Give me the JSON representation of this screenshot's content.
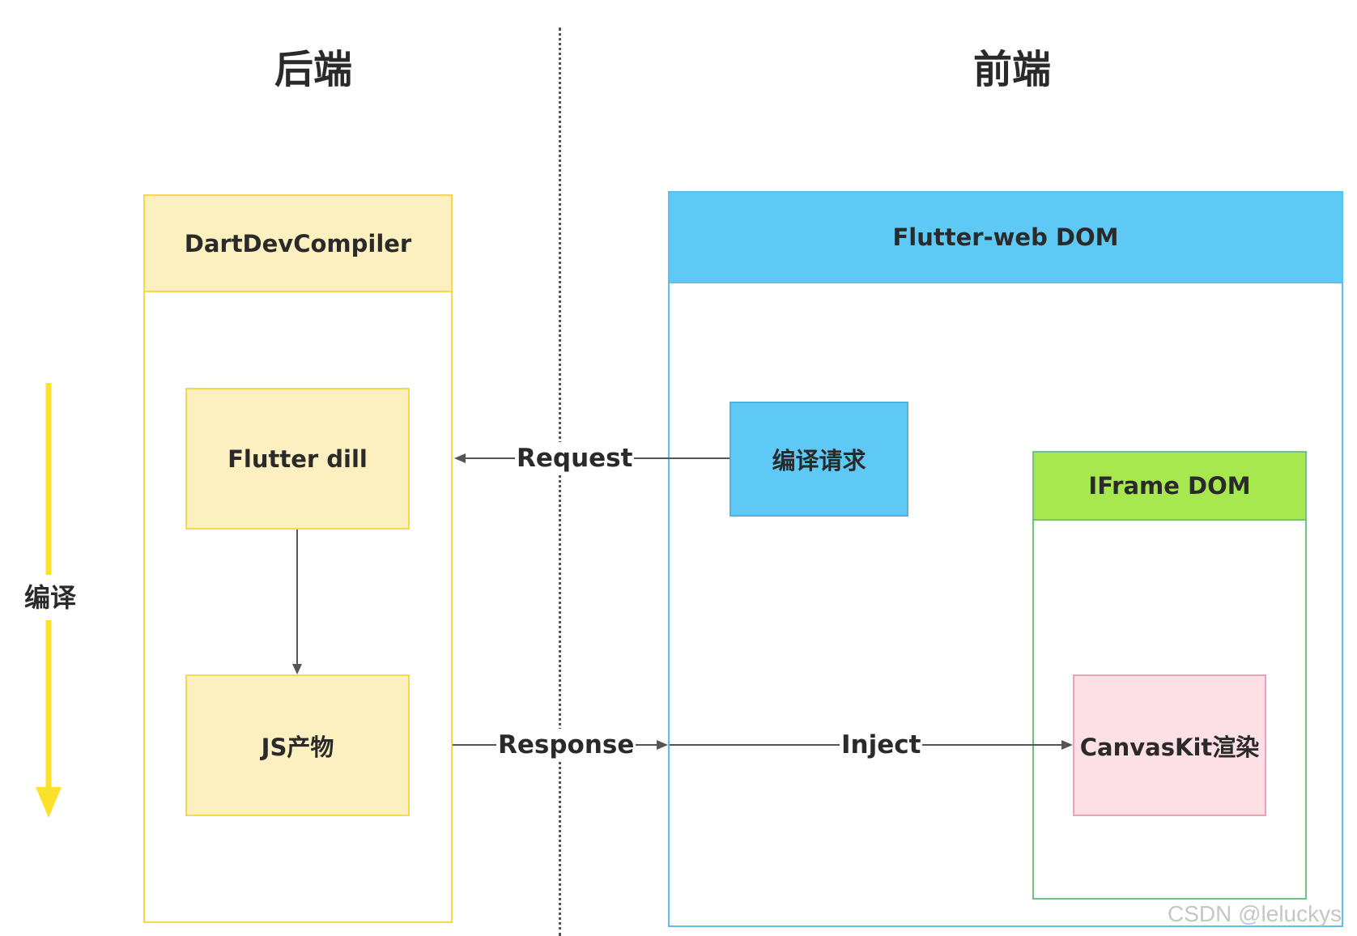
{
  "sections": {
    "backend": "后端",
    "frontend": "前端"
  },
  "boxes": {
    "dart_dev_compiler": "DartDevCompiler",
    "flutter_dill": "Flutter dill",
    "js_output": "JS产物",
    "flutter_web_dom": "Flutter-web DOM",
    "compile_request": "编译请求",
    "iframe_dom": "IFrame DOM",
    "canvaskit_render": "CanvasKit渲染"
  },
  "edges": {
    "request": "Request",
    "response": "Response",
    "inject": "Inject"
  },
  "side_label": "编译",
  "watermark": "CSDN @leluckys",
  "colors": {
    "yellow_border": "#f7d84a",
    "yellow_fill": "#fdf0c0",
    "blue_border": "#5cc0ea",
    "blue_fill": "#5fc9f5",
    "green_border": "#6cc47d",
    "green_fill": "#a8e84f",
    "pink_fill": "#fde0e6",
    "pink_border": "#f0a0b6",
    "arrow_yellow": "#fde02a",
    "arrow_line": "#555555"
  }
}
